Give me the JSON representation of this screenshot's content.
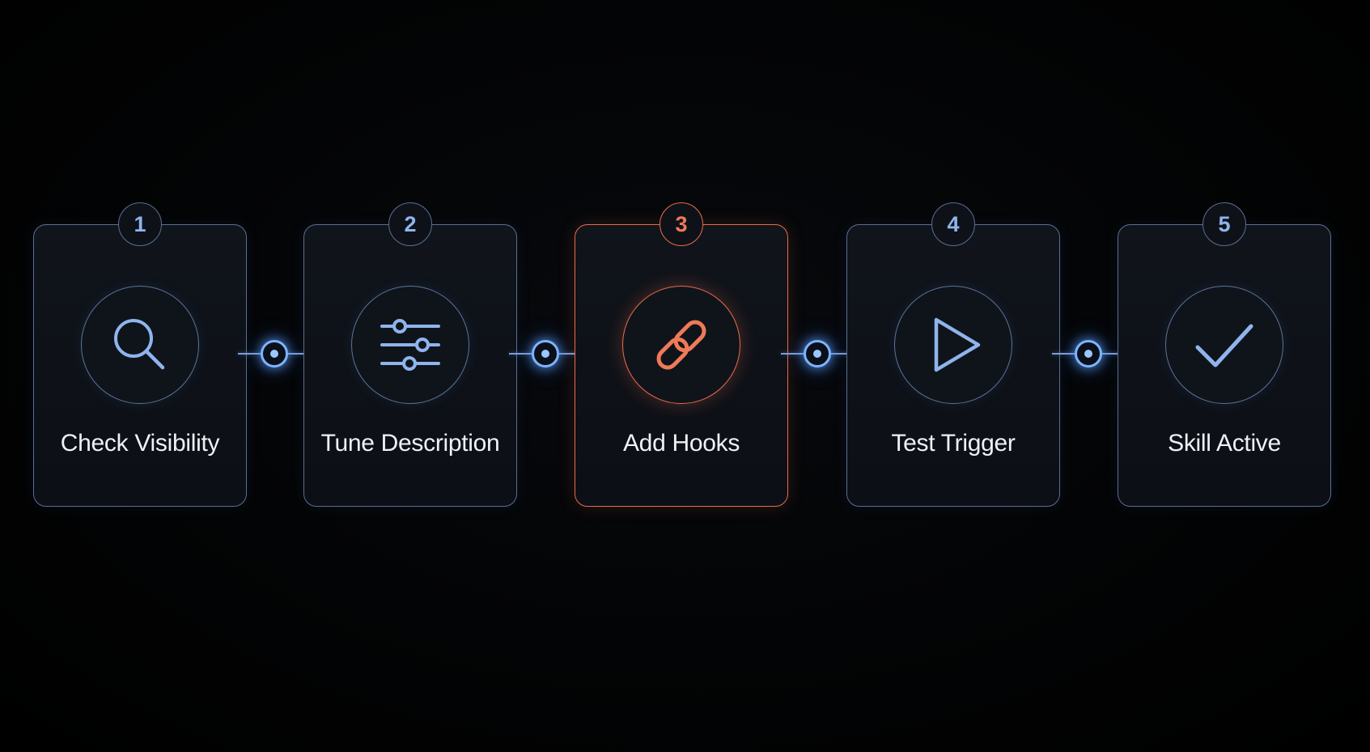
{
  "colors": {
    "background": "#000000",
    "card_border": "#5a6f92",
    "accent_blue": "#7db3ff",
    "accent_orange": "#e96a4b",
    "label_text": "#eef1f6"
  },
  "steps": [
    {
      "number": "1",
      "label": "Check Visibility",
      "icon": "search-icon",
      "active": false
    },
    {
      "number": "2",
      "label": "Tune Description",
      "icon": "sliders-icon",
      "active": false
    },
    {
      "number": "3",
      "label": "Add Hooks",
      "icon": "link-icon",
      "active": true
    },
    {
      "number": "4",
      "label": "Test Trigger",
      "icon": "play-icon",
      "active": false
    },
    {
      "number": "5",
      "label": "Skill Active",
      "icon": "check-icon",
      "active": false
    }
  ]
}
